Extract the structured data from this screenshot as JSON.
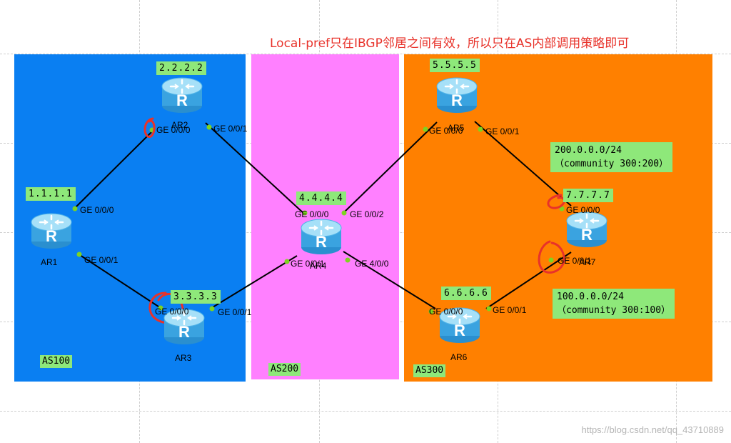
{
  "title": "Local-pref只在IBGP邻居之间有效，所以只在AS内部调用策略即可",
  "colors": {
    "as100": "#0a7ff2",
    "as200": "#ff80ff",
    "as300": "#ff8000",
    "label_bg": "#8ee87a",
    "title": "#e8322a",
    "marker": "#e8322a"
  },
  "areas": {
    "as100": "AS100",
    "as200": "AS200",
    "as300": "AS300"
  },
  "router_icon": "router-icon",
  "routers": {
    "ar1": {
      "name": "AR1",
      "id": "1.1.1.1"
    },
    "ar2": {
      "name": "AR2",
      "id": "2.2.2.2"
    },
    "ar3": {
      "name": "AR3",
      "id": "3.3.3.3"
    },
    "ar4": {
      "name": "AR4",
      "id": "4.4.4.4"
    },
    "ar5": {
      "name": "AR5",
      "id": "5.5.5.5"
    },
    "ar6": {
      "name": "AR6",
      "id": "6.6.6.6"
    },
    "ar7": {
      "name": "AR7",
      "id": "7.7.7.7"
    }
  },
  "ports": {
    "ar1_g000": "GE 0/0/0",
    "ar1_g001": "GE 0/0/1",
    "ar2_g000": "GE 0/0/0",
    "ar2_g001": "GE 0/0/1",
    "ar3_g000": "GE 0/0/0",
    "ar3_g001": "GE 0/0/1",
    "ar4_g000": "GE 0/0/0",
    "ar4_g001": "GE 0/0/1",
    "ar4_g002": "GE 0/0/2",
    "ar4_g400": "GE 4/0/0",
    "ar5_g000": "GE 0/0/0",
    "ar5_g001": "GE 0/0/1",
    "ar6_g000": "GE 0/0/0",
    "ar6_g001": "GE 0/0/1",
    "ar7_g000": "GE 0/0/0",
    "ar7_g001": "GE 0/0/1"
  },
  "notes": {
    "net200": "200.0.0.0/24\n（community 300:200）",
    "net100": "100.0.0.0/24\n（community 300:100）"
  },
  "watermark": "https://blog.csdn.net/qq_43710889"
}
